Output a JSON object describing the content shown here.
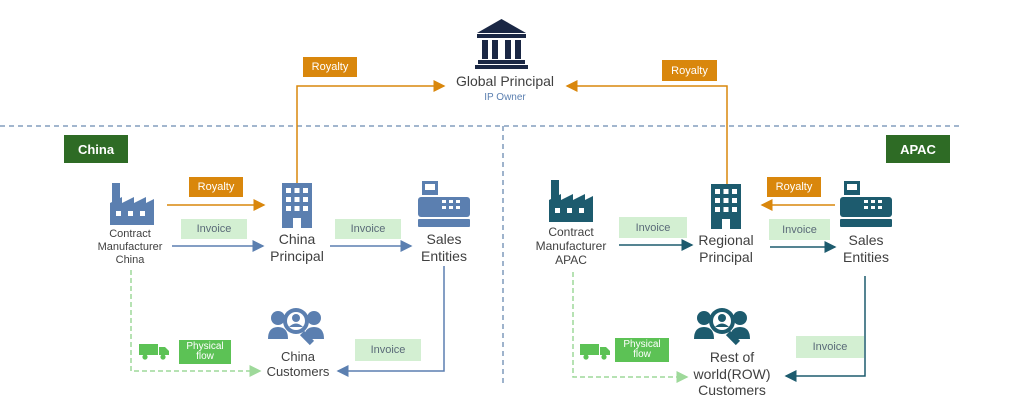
{
  "top": {
    "title": "Global Principal",
    "subtitle": "IP Owner"
  },
  "regions": {
    "left": "China",
    "right": "APAC"
  },
  "left": {
    "manufacturer": [
      "Contract",
      "Manufacturer",
      "China"
    ],
    "principal": [
      "China",
      "Principal"
    ],
    "sales": [
      "Sales",
      "Entities"
    ],
    "customers": [
      "China",
      "Customers"
    ]
  },
  "right": {
    "manufacturer": [
      "Contract",
      "Manufacturer",
      "APAC"
    ],
    "principal": [
      "Regional",
      "Principal"
    ],
    "sales": [
      "Sales",
      "Entities"
    ],
    "customers": [
      "Rest of",
      "world(ROW)",
      "Customers"
    ]
  },
  "tags": {
    "royalty": "Royalty",
    "invoice": "Invoice",
    "physical": [
      "Physical",
      "flow"
    ]
  },
  "colors": {
    "royalty": "#d9870c",
    "china_blue": "#5b7fb0",
    "apac_teal": "#1d5b6e",
    "region_green": "#2e6b25",
    "invoice_bg": "#d3efd2",
    "physical_green": "#5cc255",
    "physical_dash": "#9ed99a",
    "divider": "#6a8ab0"
  },
  "icons": {
    "global": "bank-icon",
    "manufacturer": "factory-icon",
    "principal": "office-building-icon",
    "sales": "cash-register-icon",
    "customers": "customers-icon",
    "truck": "truck-icon"
  }
}
